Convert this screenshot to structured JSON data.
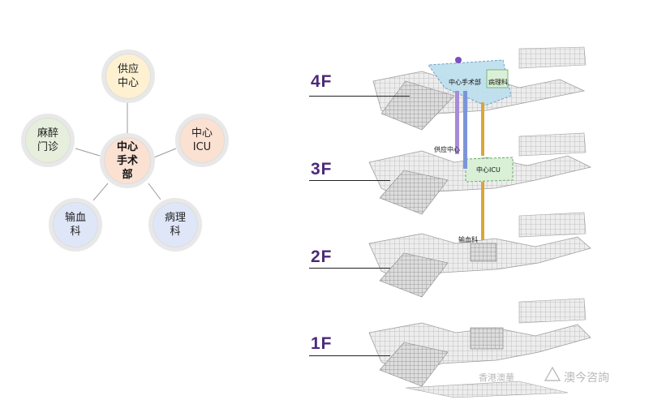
{
  "diagram": {
    "center": "中心\n手术\n部",
    "satellites": [
      {
        "id": "supply",
        "label": "供应\n中心",
        "fill": "#fdf1d2"
      },
      {
        "id": "icu",
        "label": "中心\nICU",
        "fill": "#fbe1d2"
      },
      {
        "id": "pathology",
        "label": "病理\n科",
        "fill": "#dfe6f7"
      },
      {
        "id": "blood",
        "label": "输血\n科",
        "fill": "#dfe6f7"
      },
      {
        "id": "anesthesia",
        "label": "麻醉\n门诊",
        "fill": "#e6efdc"
      }
    ],
    "center_fill": "#fbe1d2"
  },
  "floors": [
    {
      "id": "4f",
      "label": "4F"
    },
    {
      "id": "3f",
      "label": "3F"
    },
    {
      "id": "2f",
      "label": "2F"
    },
    {
      "id": "1f",
      "label": "1F"
    }
  ],
  "map_labels": {
    "surgery": "中心手术部",
    "pathology": "病理科",
    "supply": "供应中心",
    "icu": "中心ICU",
    "blood": "输血科"
  },
  "logos": {
    "left": "香港澳華",
    "right": "澳今咨詢"
  },
  "colors": {
    "accent": "#4b2a78",
    "connector_purple": "#a98ad6",
    "connector_blue": "#7b95d8",
    "connector_gold": "#d9a63a",
    "zone_blue": "#bfe0ef",
    "zone_green": "#d9f0d6"
  }
}
